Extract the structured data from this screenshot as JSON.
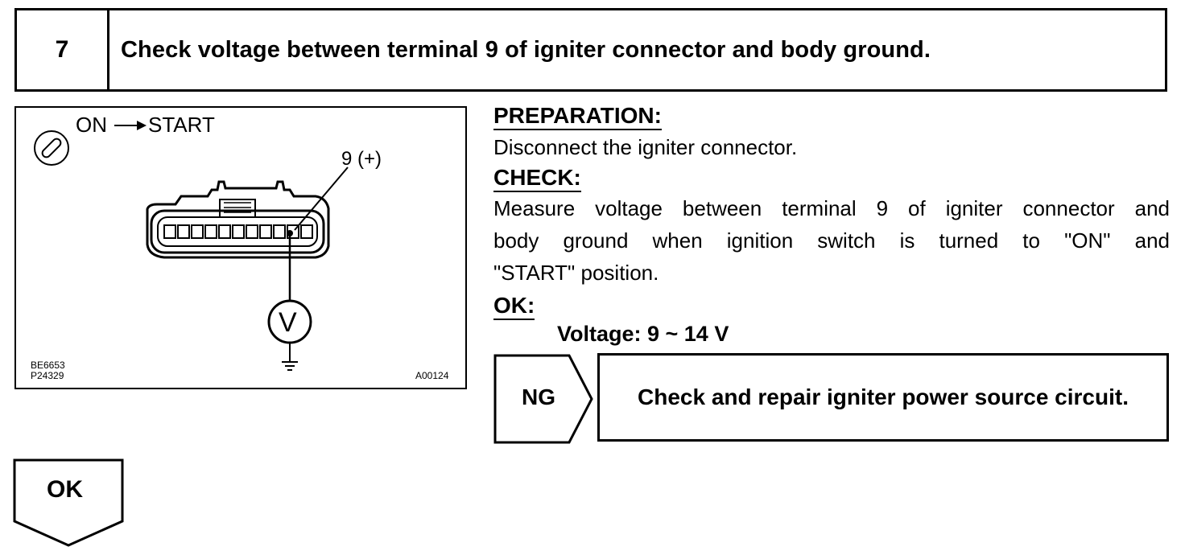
{
  "header": {
    "step_number": "7",
    "title": "Check voltage between terminal 9 of igniter connector and body ground."
  },
  "figure": {
    "ignition_label": "ON → START",
    "ignition_on": "ON",
    "ignition_start": "START",
    "terminal_label": "9 (+)",
    "meter_symbol": "V",
    "code_left_1": "BE6653",
    "code_left_2": "P24329",
    "code_right": "A00124"
  },
  "preparation": {
    "heading": "PREPARATION:",
    "text": "Disconnect the igniter connector."
  },
  "check": {
    "heading": "CHECK:",
    "lines": [
      "Measure voltage between terminal 9 of igniter connector and",
      "body ground when ignition switch is turned to \"ON\" and",
      "\"START\" position."
    ]
  },
  "ok_spec": {
    "heading": "OK:",
    "value": "Voltage:  9 ~ 14 V"
  },
  "ng_result": {
    "label": "NG",
    "action": "Check and repair igniter power source circuit."
  },
  "ok_result": {
    "label": "OK"
  }
}
